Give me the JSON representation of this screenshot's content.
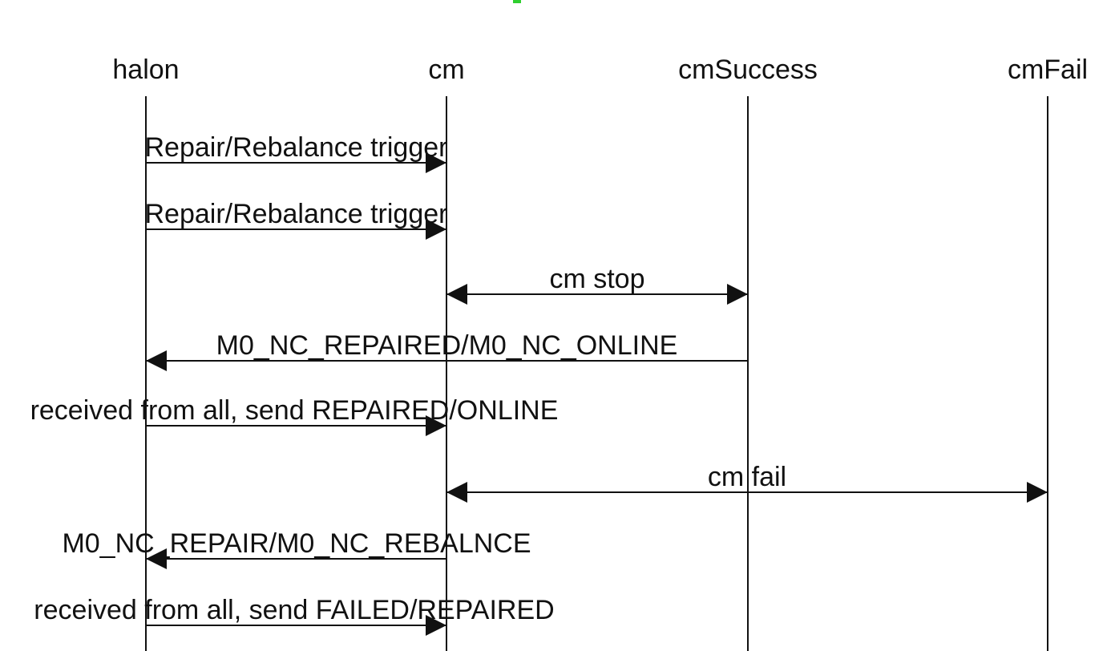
{
  "diagram": {
    "type": "sequence",
    "accent_color": "#2fcf2f",
    "participants": [
      {
        "id": "halon",
        "label": "halon"
      },
      {
        "id": "cm",
        "label": "cm"
      },
      {
        "id": "cmSuccess",
        "label": "cmSuccess"
      },
      {
        "id": "cmFail",
        "label": "cmFail"
      }
    ],
    "messages": [
      {
        "from": "halon",
        "to": "cm",
        "label": "Repair/Rebalance trigger",
        "bidirectional": false
      },
      {
        "from": "halon",
        "to": "cm",
        "label": "Repair/Rebalance trigger",
        "bidirectional": false
      },
      {
        "from": "cm",
        "to": "cmSuccess",
        "label": "cm stop",
        "bidirectional": true
      },
      {
        "from": "cmSuccess",
        "to": "halon",
        "label": "M0_NC_REPAIRED/M0_NC_ONLINE",
        "bidirectional": false
      },
      {
        "from": "halon",
        "to": "cm",
        "label": "received from all, send REPAIRED/ONLINE",
        "bidirectional": false
      },
      {
        "from": "cm",
        "to": "cmFail",
        "label": "cm fail",
        "bidirectional": true
      },
      {
        "from": "cm",
        "to": "halon",
        "label": "M0_NC_REPAIR/M0_NC_REBALNCE",
        "bidirectional": false
      },
      {
        "from": "halon",
        "to": "cm",
        "label": "received from all, send FAILED/REPAIRED",
        "bidirectional": false
      }
    ]
  }
}
